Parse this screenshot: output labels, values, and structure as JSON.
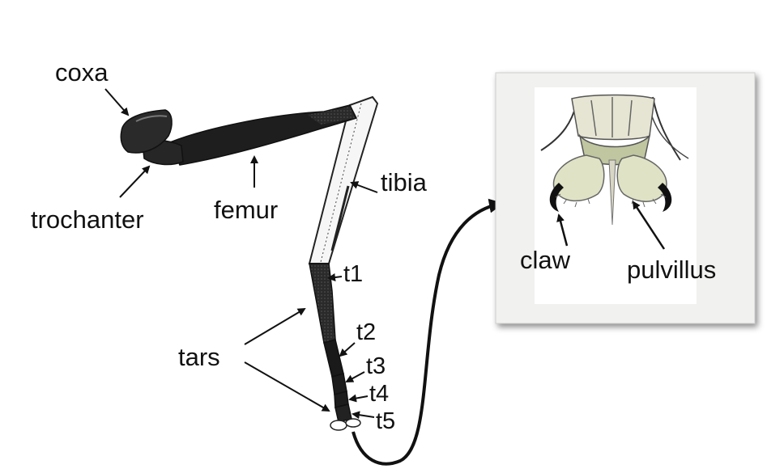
{
  "labels": {
    "coxa": "coxa",
    "trochanter": "trochanter",
    "femur": "femur",
    "tibia": "tibia",
    "tars": "tars",
    "t1": "t1",
    "t2": "t2",
    "t3": "t3",
    "t4": "t4",
    "t5": "t5",
    "claw": "claw",
    "pulvillus": "pulvillus"
  },
  "colors": {
    "leg_dark": "#1c1c1c",
    "leg_light": "#f4f4f4",
    "panel_bg": "#f1f1ef",
    "panel_inner": "#ffffff",
    "pad_green": "#c9cfa8",
    "pad_light": "#e8e6d2",
    "arrow": "#111111"
  }
}
